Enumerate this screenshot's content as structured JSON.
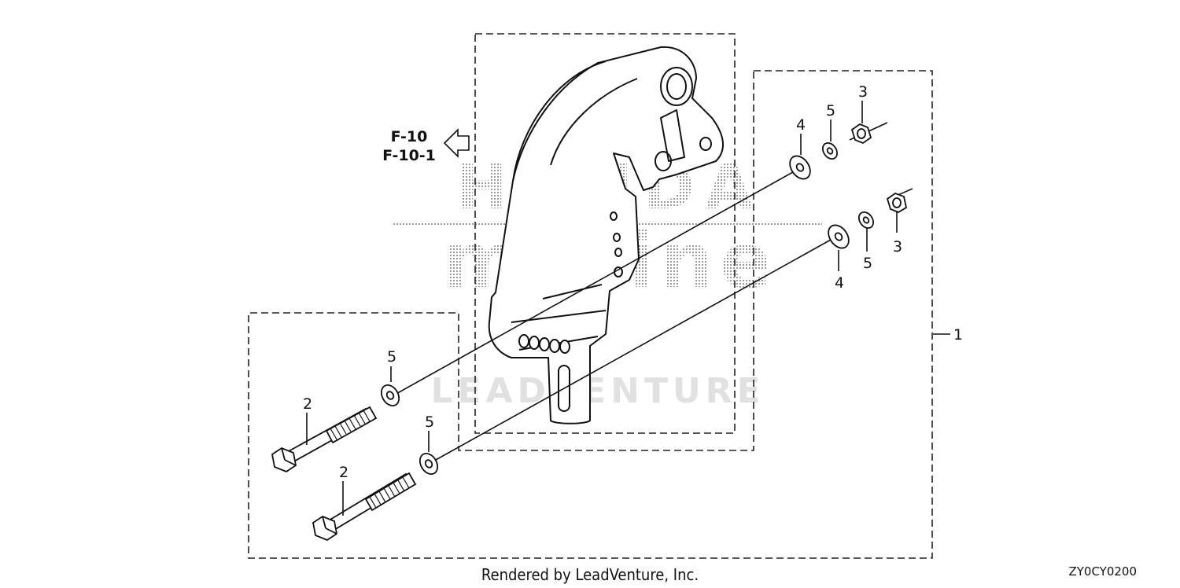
{
  "diagram": {
    "reference": {
      "line1": "F-10",
      "line2": "F-10-1"
    },
    "callouts": {
      "c1": "1",
      "c2a": "2",
      "c2b": "2",
      "c3a": "3",
      "c3b": "3",
      "c4a": "4",
      "c4b": "4",
      "c5a": "5",
      "c5b": "5",
      "c5c": "5",
      "c5d": "5"
    },
    "watermark": {
      "line1": "HONDA",
      "line2": "marine",
      "line3": "LEADVENTURE"
    },
    "footer": {
      "credit": "Rendered by LeadVenture, Inc.",
      "code": "ZY0CY0200"
    }
  }
}
